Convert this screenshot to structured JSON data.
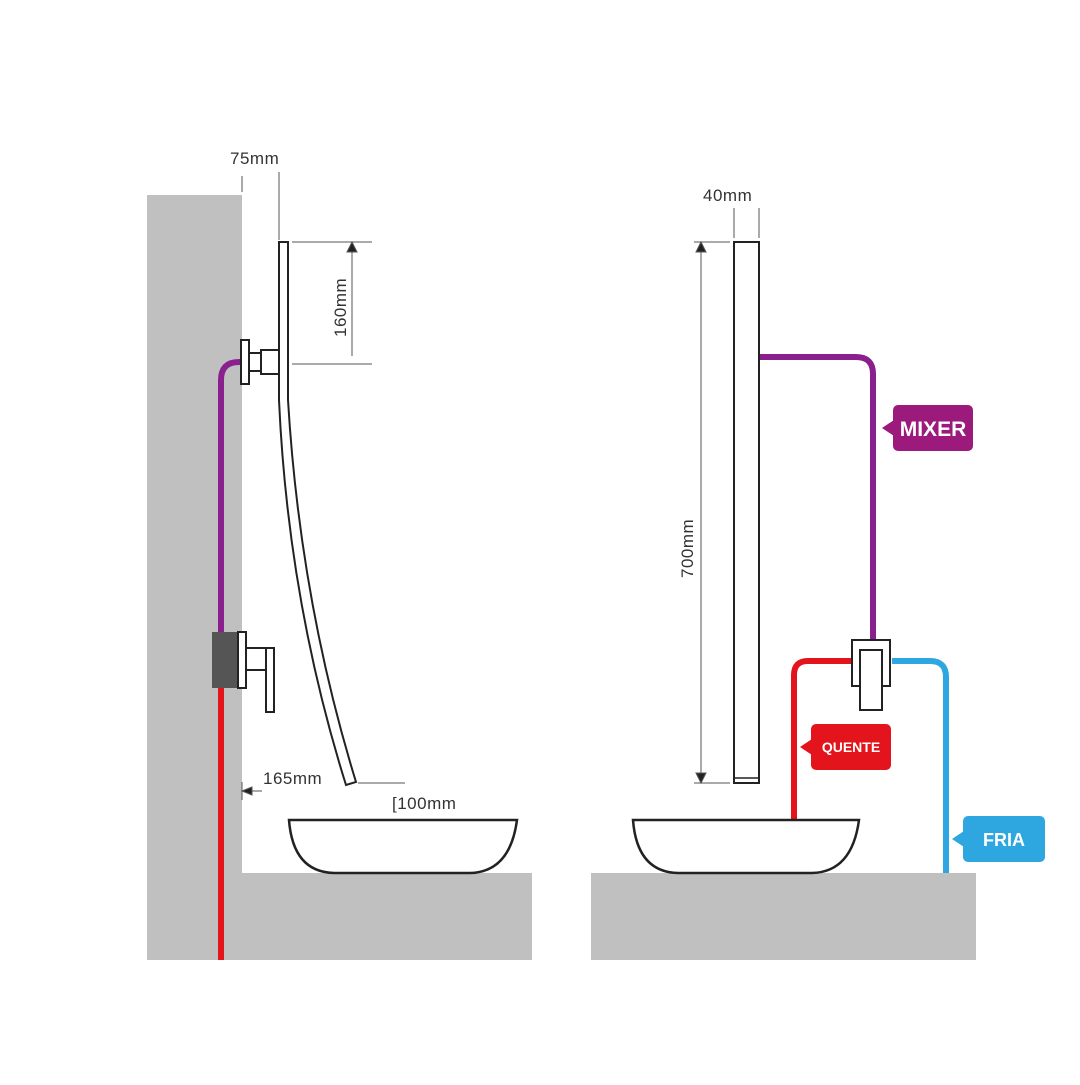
{
  "left_view": {
    "dimensions": {
      "top_offset": "75mm",
      "panel_height": "160mm",
      "wall_offset": "165mm",
      "spout_projection": "[100mm"
    }
  },
  "right_view": {
    "dimensions": {
      "panel_width": "40mm",
      "panel_height": "700mm"
    },
    "labels": {
      "mixer": "MIXER",
      "hot": "QUENTE",
      "cold": "FRIA"
    }
  },
  "colors": {
    "wall": "#c0c0c0",
    "mixed_pipe": "#8a1f8e",
    "hot_pipe": "#e3141b",
    "cold_pipe": "#2ea6e0",
    "mixer_tag": "#9c1a7c",
    "hot_tag": "#e3141b",
    "cold_tag": "#2ea6e0",
    "valve_body": "#555555"
  }
}
